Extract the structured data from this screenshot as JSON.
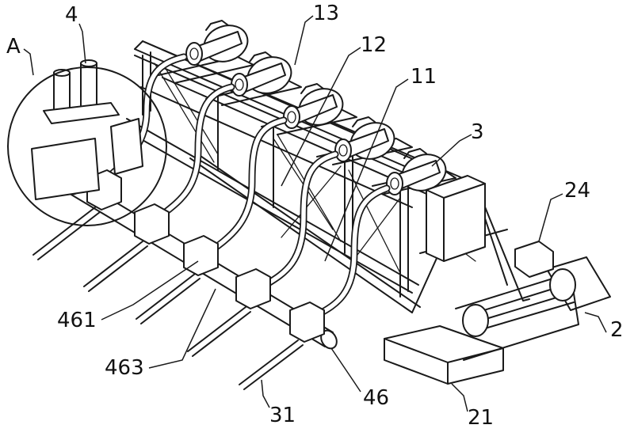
{
  "figure": {
    "type": "patent mechanical drawing (isometric view)",
    "labels": {
      "l_A": "A",
      "l_4": "4",
      "l_13": "13",
      "l_12": "12",
      "l_11": "11",
      "l_3": "3",
      "l_24": "24",
      "l_2": "2",
      "l_21": "21",
      "l_46": "46",
      "l_31": "31",
      "l_461": "461",
      "l_463": "463"
    }
  }
}
